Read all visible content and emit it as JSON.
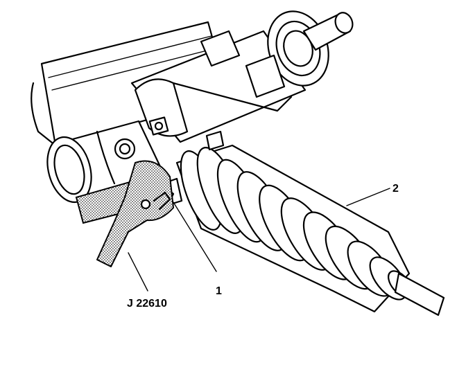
{
  "callouts": {
    "clamp": "1",
    "boot": "2",
    "tool": "J 22610"
  },
  "colors": {
    "line": "#000000",
    "background": "#ffffff",
    "stipple": "#000000"
  }
}
